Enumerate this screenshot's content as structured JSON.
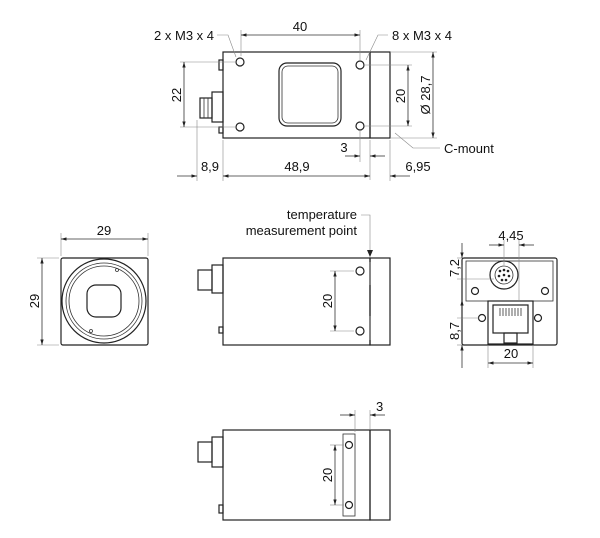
{
  "top_view": {
    "dim_width_40": "40",
    "dim_height_22": "22",
    "dim_20": "20",
    "dim_diameter": "Ø 28,7",
    "dim_3": "3",
    "dim_8_9": "8,9",
    "dim_48_9": "48,9",
    "dim_6_95": "6,95",
    "callout_left_threads": "2 x M3 x 4",
    "callout_right_threads": "8 x M3 x 4",
    "callout_cmount": "C-mount"
  },
  "front_view": {
    "dim_width": "29",
    "dim_height": "29"
  },
  "side_view": {
    "callout_temp_line1": "temperature",
    "callout_temp_line2": "measurement point",
    "dim_20": "20"
  },
  "rear_view": {
    "dim_4_45": "4,45",
    "dim_7_2": "7,2",
    "dim_8_7": "8,7",
    "dim_20": "20"
  },
  "bottom_view": {
    "dim_3": "3",
    "dim_20": "20"
  }
}
